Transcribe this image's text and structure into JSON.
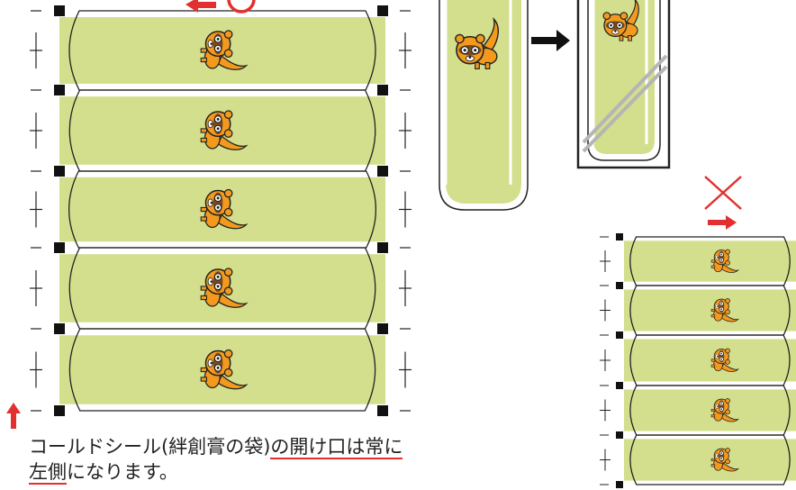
{
  "caption": {
    "line1_a": "コールドシール(絆創膏の袋)",
    "line1_b": "の",
    "line1_c": "開け口",
    "line1_d": "は",
    "line1_e": "常に",
    "line2_a": "左側",
    "line2_b": "になります。"
  },
  "marks": {
    "ok": "〇",
    "ng": "✕"
  },
  "colors": {
    "bandage_fill": "#d3df8c",
    "accent_red": "#e23030",
    "outline": "#222222",
    "mascot": "#f39a1e"
  },
  "icons": [
    "arrow-left-icon",
    "arrow-up-icon",
    "arrow-right-icon",
    "circle-ok-icon",
    "cross-ng-icon",
    "tanuki-mascot-icon"
  ]
}
